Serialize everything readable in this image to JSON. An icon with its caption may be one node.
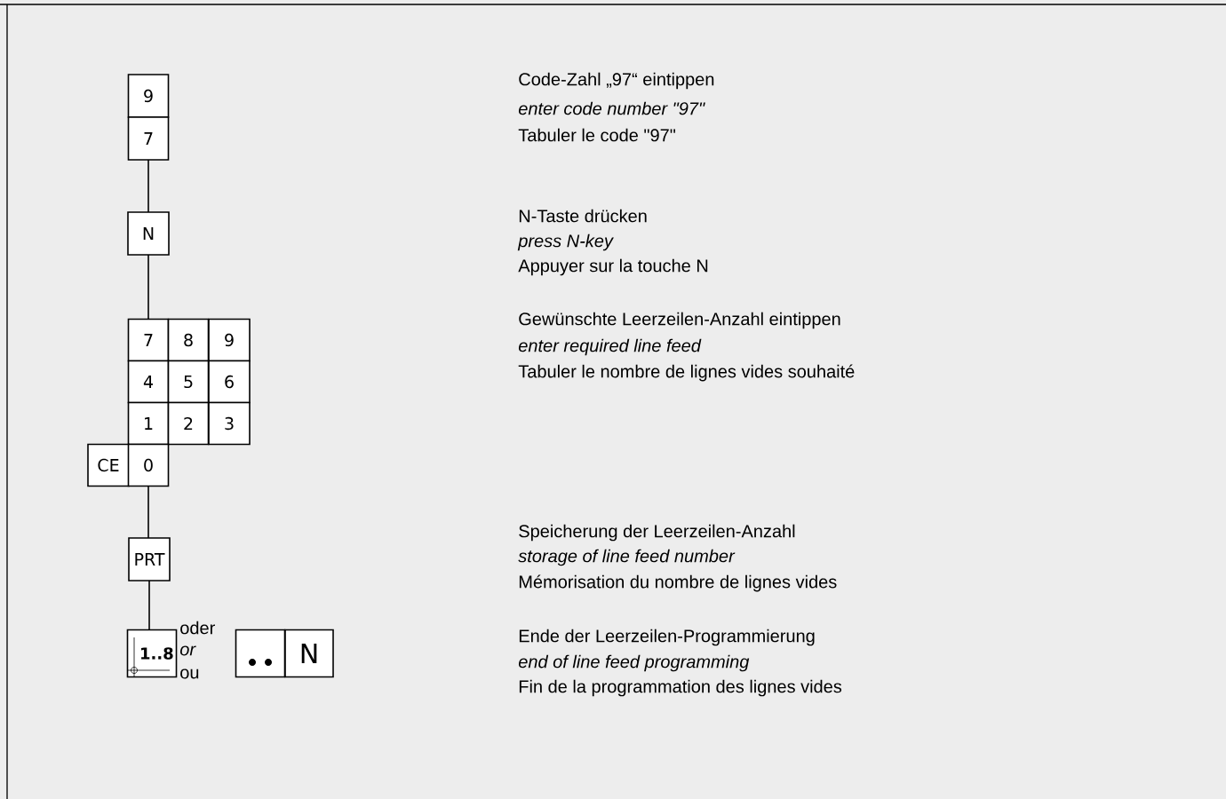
{
  "diagram": {
    "nodes": [
      {
        "text": [
          "9"
        ]
      },
      {
        "text": [
          "7"
        ]
      },
      {
        "text": [
          "N"
        ]
      },
      {
        "text": [
          "7"
        ]
      },
      {
        "text": [
          "8"
        ]
      },
      {
        "text": [
          "9"
        ]
      },
      {
        "text": [
          "4"
        ]
      },
      {
        "text": [
          "5"
        ]
      },
      {
        "text": [
          "6"
        ]
      },
      {
        "text": [
          "1"
        ]
      },
      {
        "text": [
          "2"
        ]
      },
      {
        "text": [
          "3"
        ]
      },
      {
        "text": [
          "CE"
        ]
      },
      {
        "text": [
          "0"
        ]
      },
      {
        "text": [
          "PRT"
        ]
      },
      {
        "text": [
          "1..8"
        ],
        "beside": [
          "oder",
          "or",
          "ou"
        ]
      },
      {
        "text": [],
        "shape": "box"
      },
      {
        "text": [
          "N"
        ]
      }
    ],
    "edges": [
      {
        "from": 1,
        "to": 2,
        "arrow": "none"
      },
      {
        "from": 2,
        "to": 3,
        "arrow": "none"
      },
      {
        "from": 13,
        "to": 14,
        "arrow": "none"
      },
      {
        "from": 14,
        "to": 15,
        "arrow": "none"
      }
    ],
    "labels": [
      "Code-Zahl „97“ eintippen",
      "enter code number \"97\"",
      "Tabuler le code \"97\"",
      "N-Taste drücken",
      "press N-key",
      "Appuyer sur la touche N",
      "Gewünschte Leerzeilen-Anzahl eintippen",
      "enter required line feed",
      "Tabuler le nombre de lignes vides souhaité",
      "Speicherung der Leerzeilen-Anzahl",
      "storage of line feed number",
      "Mémorisation du nombre de lignes vides",
      "Ende der Leerzeilen-Programmierung",
      "end of line feed programming",
      "Fin de la programmation des lignes vides"
    ]
  }
}
